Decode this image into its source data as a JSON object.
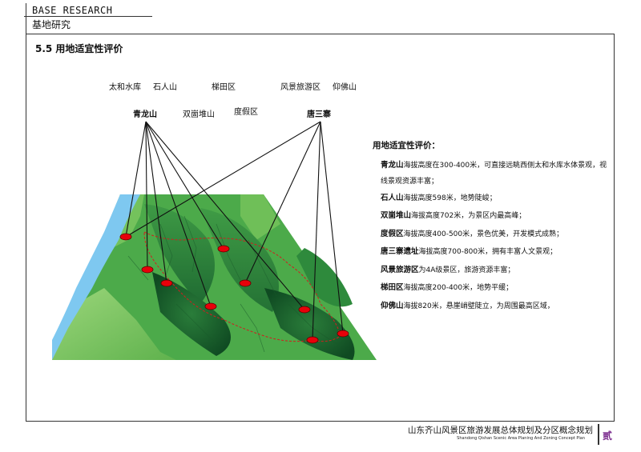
{
  "header": {
    "title_en": "BASE RESEARCH",
    "title_cn": "基地研究"
  },
  "section": {
    "title": "5.5  用地适宜性评价"
  },
  "map_labels": {
    "taihe_reservoir": "太和水库",
    "shiren_mountain": "石人山",
    "titian_area": "梯田区",
    "scenic_tour_area": "风景旅游区",
    "yangfo_mountain": "仰佛山",
    "qinglong_mountain": "青龙山",
    "shuangcui_mountain": "双崮堆山",
    "resort_area": "度假区",
    "tangsan_village": "唐三寨"
  },
  "evaluation": {
    "heading": "用地适宜性评价：",
    "items": [
      {
        "name": "青龙山",
        "text": "海拔高度在300-400米，可直接远眺西侧太和水库水体景观，视线景观资源丰富；"
      },
      {
        "name": "石人山",
        "text": "海拔高度598米，地势陡峻；"
      },
      {
        "name": "双崮堆山",
        "text": "海拔高度702米，为景区内最高峰；"
      },
      {
        "name": "度假区",
        "text": "海拔高度400-500米，景色优美，开发模式成熟；"
      },
      {
        "name": "唐三寨遗址",
        "text": "海拔高度700-800米，拥有丰富人文景观；"
      },
      {
        "name": "风景旅游区",
        "text": "为4A级景区，旅游资源丰富；"
      },
      {
        "name": "梯田区",
        "text": "海拔高度200-400米，地势平缓；"
      },
      {
        "name": "仰佛山",
        "text": "海拔820米，悬崖峭壁陡立，为周围最高区域，"
      }
    ]
  },
  "footer": {
    "title_cn": "山东齐山风景区旅游发展总体规划及分区概念规划",
    "title_en": "Shandong Qishan Scenic Area Planing And Zoning Concept Plan",
    "page_mark": "贰"
  },
  "colors": {
    "marker": "#e8000a",
    "leader_line": "#111111",
    "boundary": "#d21e1e",
    "water": "#7ec8f0",
    "terrain_dark": "#1f6b32",
    "terrain_mid": "#3e9a45",
    "terrain_light": "#8ccf6e",
    "accent_mark": "#7b2d8e"
  }
}
